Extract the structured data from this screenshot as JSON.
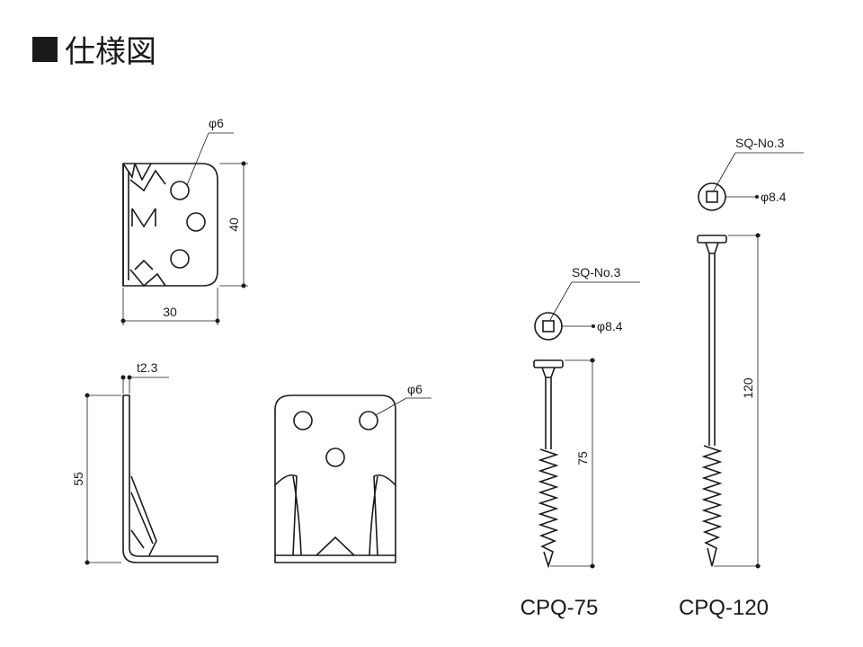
{
  "title": "仕様図",
  "bracket_top": {
    "hole_label": "φ6",
    "width_label": "30",
    "height_label": "40"
  },
  "bracket_side": {
    "thickness_label": "t2.3",
    "height_label": "55"
  },
  "bracket_front": {
    "hole_label": "φ6"
  },
  "screw_short": {
    "drive_label": "SQ-No.3",
    "head_label": "φ8.4",
    "length_label": "75",
    "name": "CPQ-75"
  },
  "screw_long": {
    "drive_label": "SQ-No.3",
    "head_label": "φ8.4",
    "length_label": "120",
    "name": "CPQ-120"
  }
}
